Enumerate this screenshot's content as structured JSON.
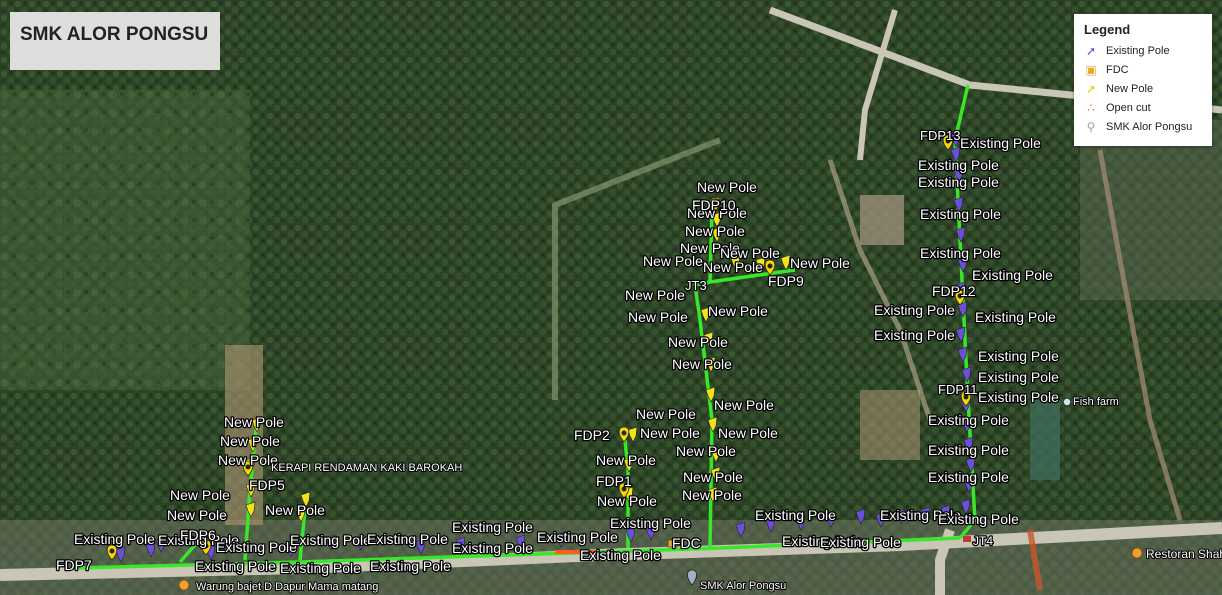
{
  "title": "SMK ALOR PONGSU",
  "legend": {
    "title": "Legend",
    "items": [
      {
        "label": "Existing Pole",
        "icon": "existing-pole-icon",
        "color": "#6b4fd8"
      },
      {
        "label": "FDC",
        "icon": "fdc-icon",
        "color": "#e8a830"
      },
      {
        "label": "New Pole",
        "icon": "new-pole-icon",
        "color": "#f2e21a"
      },
      {
        "label": "Open cut",
        "icon": "open-cut-icon",
        "color": "#e07a3a"
      },
      {
        "label": "SMK Alor Pongsu",
        "icon": "school-pin-icon",
        "color": "#8fa6b8"
      }
    ]
  },
  "route_color": "#39e629",
  "colors": {
    "existing_pole": "#6b4fd8",
    "new_pole": "#f2e21a",
    "fdp_pin": "#f5d800",
    "open_cut": "#ff5a1f"
  },
  "map_labels": {
    "fdp": [
      "FDP1",
      "FDP2",
      "FDP5",
      "FDP6",
      "FDP7",
      "FDP9",
      "FDP10",
      "FDP11",
      "FDP12",
      "FDP13"
    ],
    "junctions": [
      "JT3",
      "JT4"
    ],
    "fdc": "FDC",
    "new_pole": "New Pole",
    "existing_pole": "Existing Pole",
    "places": [
      "SMK Alor Pongsu",
      "Warung bajet D Dapur Mama matang",
      "Restoran Shah",
      "Fish farm",
      "KERAPI RENDAMAN KAKI BAROKAH"
    ]
  }
}
